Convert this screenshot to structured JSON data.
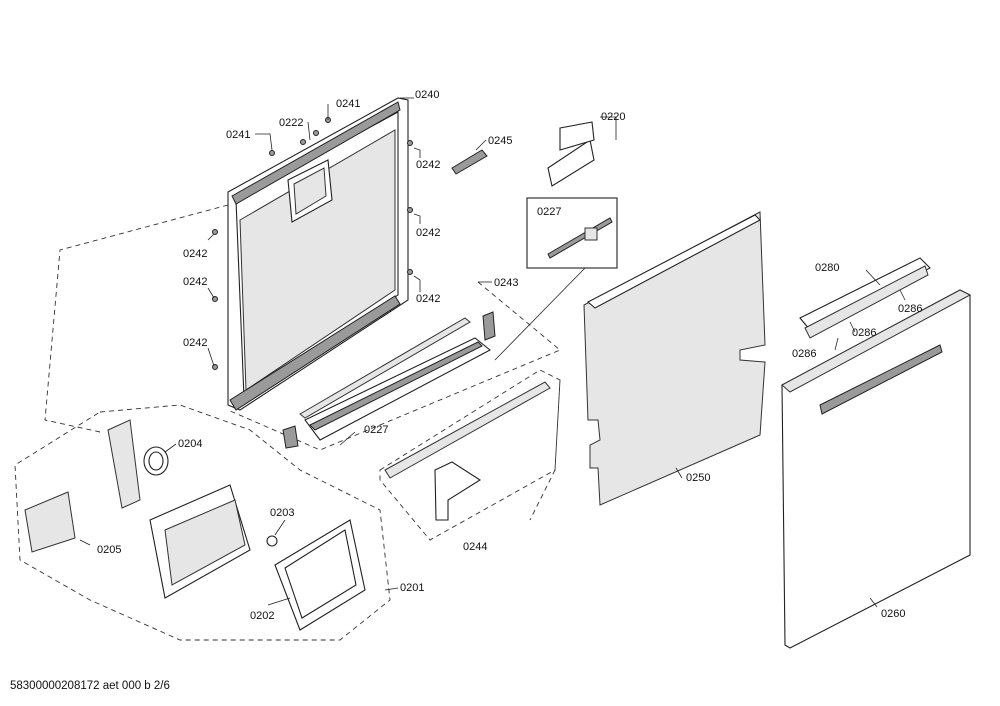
{
  "footer": "58300000208172 aet 000 b 2/6",
  "parts": {
    "p0201": "0201",
    "p0202": "0202",
    "p0203": "0203",
    "p0204": "0204",
    "p0205": "0205",
    "p0220": "0220",
    "p0222": "0222",
    "p0227": "0227",
    "p0240": "0240",
    "p0241": "0241",
    "p0242": "0242",
    "p0243": "0243",
    "p0244": "0244",
    "p0245": "0245",
    "p0250": "0250",
    "p0260": "0260",
    "p0280": "0280",
    "p0286": "0286"
  }
}
